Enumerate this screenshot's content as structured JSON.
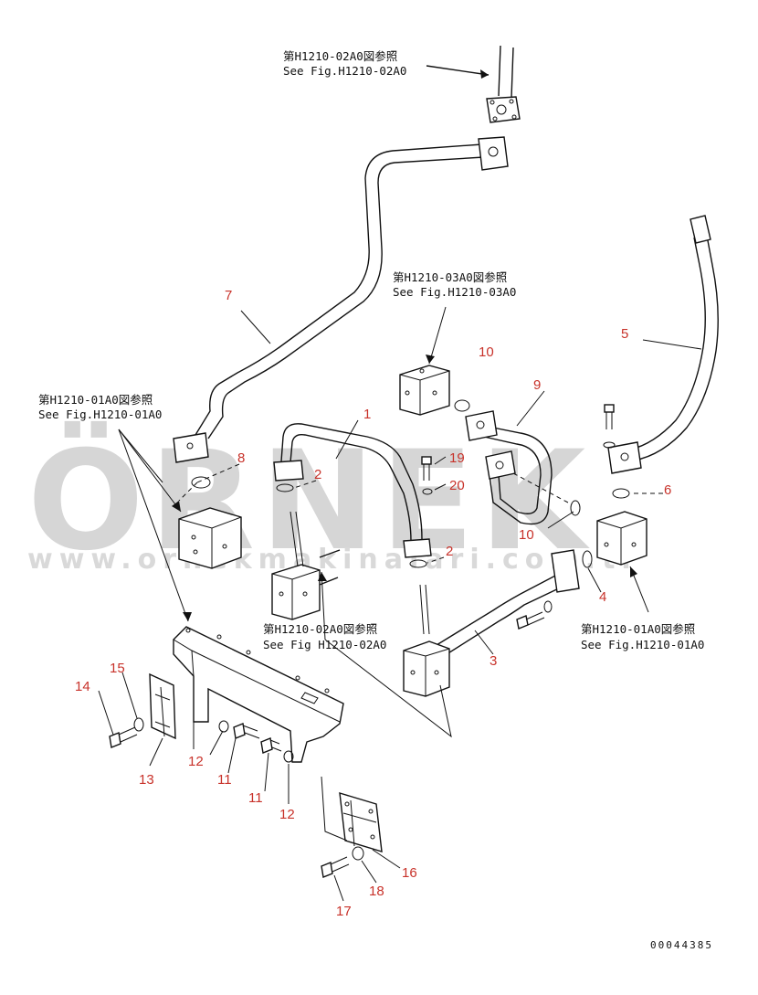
{
  "watermark": {
    "brand": "ÖRNEK",
    "url": "www.ornekmakinalari.com.tr"
  },
  "references": [
    {
      "id": "ref-02a0-top",
      "jp": "第H1210-02A0図参照",
      "en": "See Fig.H1210-02A0"
    },
    {
      "id": "ref-03a0",
      "jp": "第H1210-03A0図参照",
      "en": "See Fig.H1210-03A0"
    },
    {
      "id": "ref-01a0-left",
      "jp": "第H1210-01A0図参照",
      "en": "See Fig.H1210-01A0"
    },
    {
      "id": "ref-02a0-mid",
      "jp": "第H1210-02A0図参照",
      "en": "See Fig H1210-02A0"
    },
    {
      "id": "ref-01a0-right",
      "jp": "第H1210-01A0図参照",
      "en": "See Fig.H1210-01A0"
    }
  ],
  "parts": [
    "1",
    "2",
    "2",
    "3",
    "4",
    "5",
    "6",
    "7",
    "8",
    "9",
    "10",
    "10",
    "11",
    "11",
    "12",
    "12",
    "13",
    "14",
    "15",
    "16",
    "17",
    "18",
    "19",
    "20"
  ],
  "drawing_code": "00044385"
}
